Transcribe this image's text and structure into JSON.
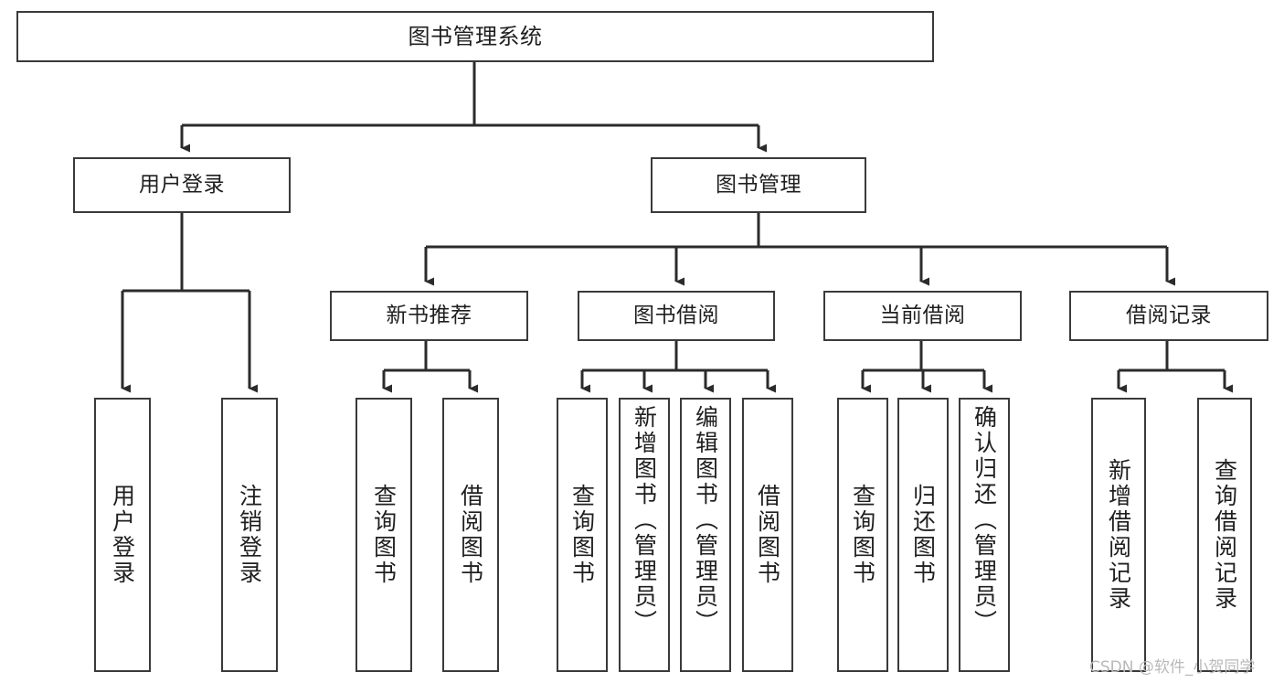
{
  "diagram": {
    "title": "图书管理系统",
    "type": "tree-hierarchy",
    "watermark": "CSDN @软件_小贺同学",
    "colors": {
      "background": "#ffffff",
      "box_border": "#3a3a3a",
      "edge": "#2b2b2b",
      "text": "#1f1f1f",
      "watermark": "#b9b9b9"
    },
    "root": {
      "label": "图书管理系统"
    },
    "level1": [
      {
        "label": "用户登录"
      },
      {
        "label": "图书管理"
      }
    ],
    "level2": [
      {
        "label": "新书推荐"
      },
      {
        "label": "图书借阅"
      },
      {
        "label": "当前借阅"
      },
      {
        "label": "借阅记录"
      }
    ],
    "leaves": {
      "user_login": [
        {
          "label": "用户登录"
        },
        {
          "label": "注销登录"
        }
      ],
      "new_book_recommend": [
        {
          "label": "查询图书"
        },
        {
          "label": "借阅图书"
        }
      ],
      "book_borrow": [
        {
          "label": "查询图书"
        },
        {
          "label": "新增图书（管理员）"
        },
        {
          "label": "编辑图书（管理员）"
        },
        {
          "label": "借阅图书"
        }
      ],
      "current_borrow": [
        {
          "label": "查询图书"
        },
        {
          "label": "归还图书"
        },
        {
          "label": "确认归还（管理员）"
        }
      ],
      "borrow_record": [
        {
          "label": "新增借阅记录"
        },
        {
          "label": "查询借阅记录"
        }
      ]
    }
  }
}
